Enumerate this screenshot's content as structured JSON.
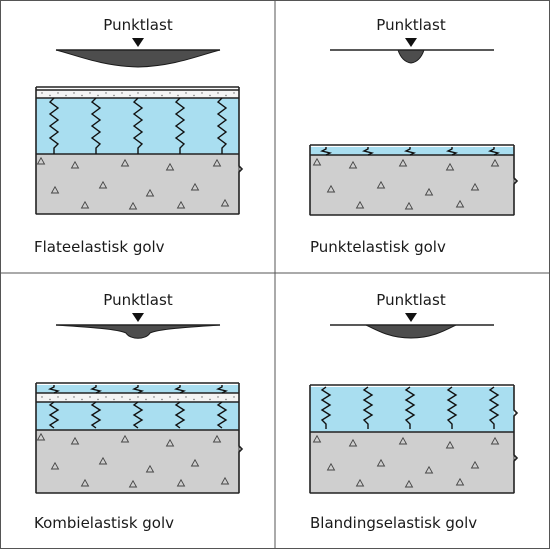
{
  "panels": [
    {
      "id": "flateelastisk",
      "load_label": "Punktlast",
      "caption": "Flateelastisk golv"
    },
    {
      "id": "punktelastisk",
      "load_label": "Punktlast",
      "caption": "Punktelastisk golv"
    },
    {
      "id": "kombielastisk",
      "load_label": "Punktlast",
      "caption": "Kombielastisk golv"
    },
    {
      "id": "blandingselastisk",
      "load_label": "Punktlast",
      "caption": "Blandingselastisk golv"
    }
  ],
  "colors": {
    "elastic_layer": "#a9def0",
    "concrete": "#cfcfcf",
    "deflection": "#4d4d4d",
    "grid_lines": "#555555"
  }
}
